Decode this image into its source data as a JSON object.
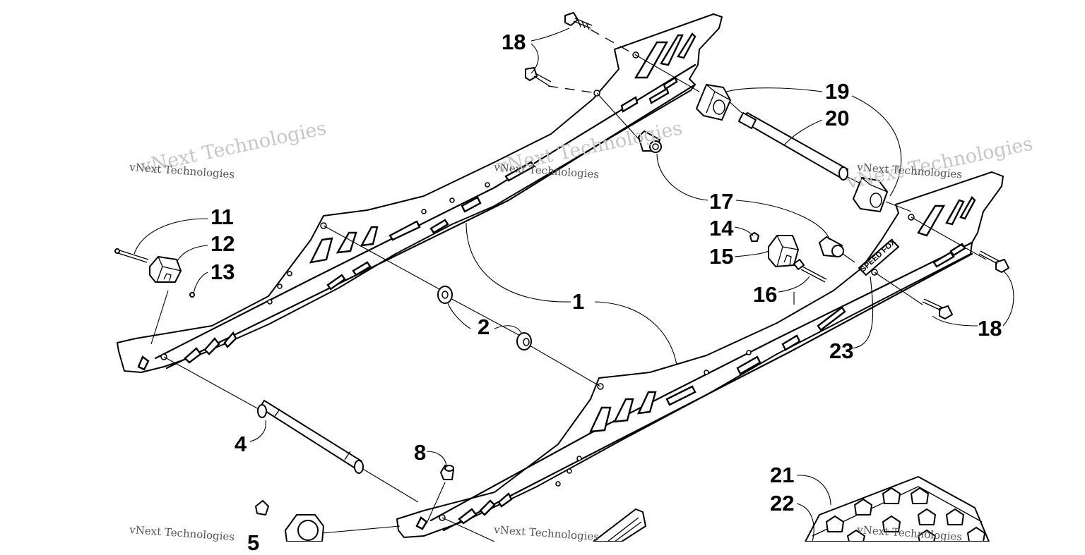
{
  "callouts": [
    {
      "id": "c18a",
      "label": "18"
    },
    {
      "id": "c19",
      "label": "19"
    },
    {
      "id": "c20",
      "label": "20"
    },
    {
      "id": "c17",
      "label": "17"
    },
    {
      "id": "c14",
      "label": "14"
    },
    {
      "id": "c15",
      "label": "15"
    },
    {
      "id": "c16",
      "label": "16"
    },
    {
      "id": "c18b",
      "label": "18"
    },
    {
      "id": "c23",
      "label": "23"
    },
    {
      "id": "c11",
      "label": "11"
    },
    {
      "id": "c12",
      "label": "12"
    },
    {
      "id": "c13",
      "label": "13"
    },
    {
      "id": "c1",
      "label": "1"
    },
    {
      "id": "c2",
      "label": "2"
    },
    {
      "id": "c4",
      "label": "4"
    },
    {
      "id": "c8",
      "label": "8"
    },
    {
      "id": "c21",
      "label": "21"
    },
    {
      "id": "c22",
      "label": "22"
    },
    {
      "id": "c5",
      "label": "5"
    }
  ],
  "watermark": {
    "small": "vNext Technologies",
    "big": "vNext Technologies"
  },
  "rail_logo": "SPEED FOX"
}
